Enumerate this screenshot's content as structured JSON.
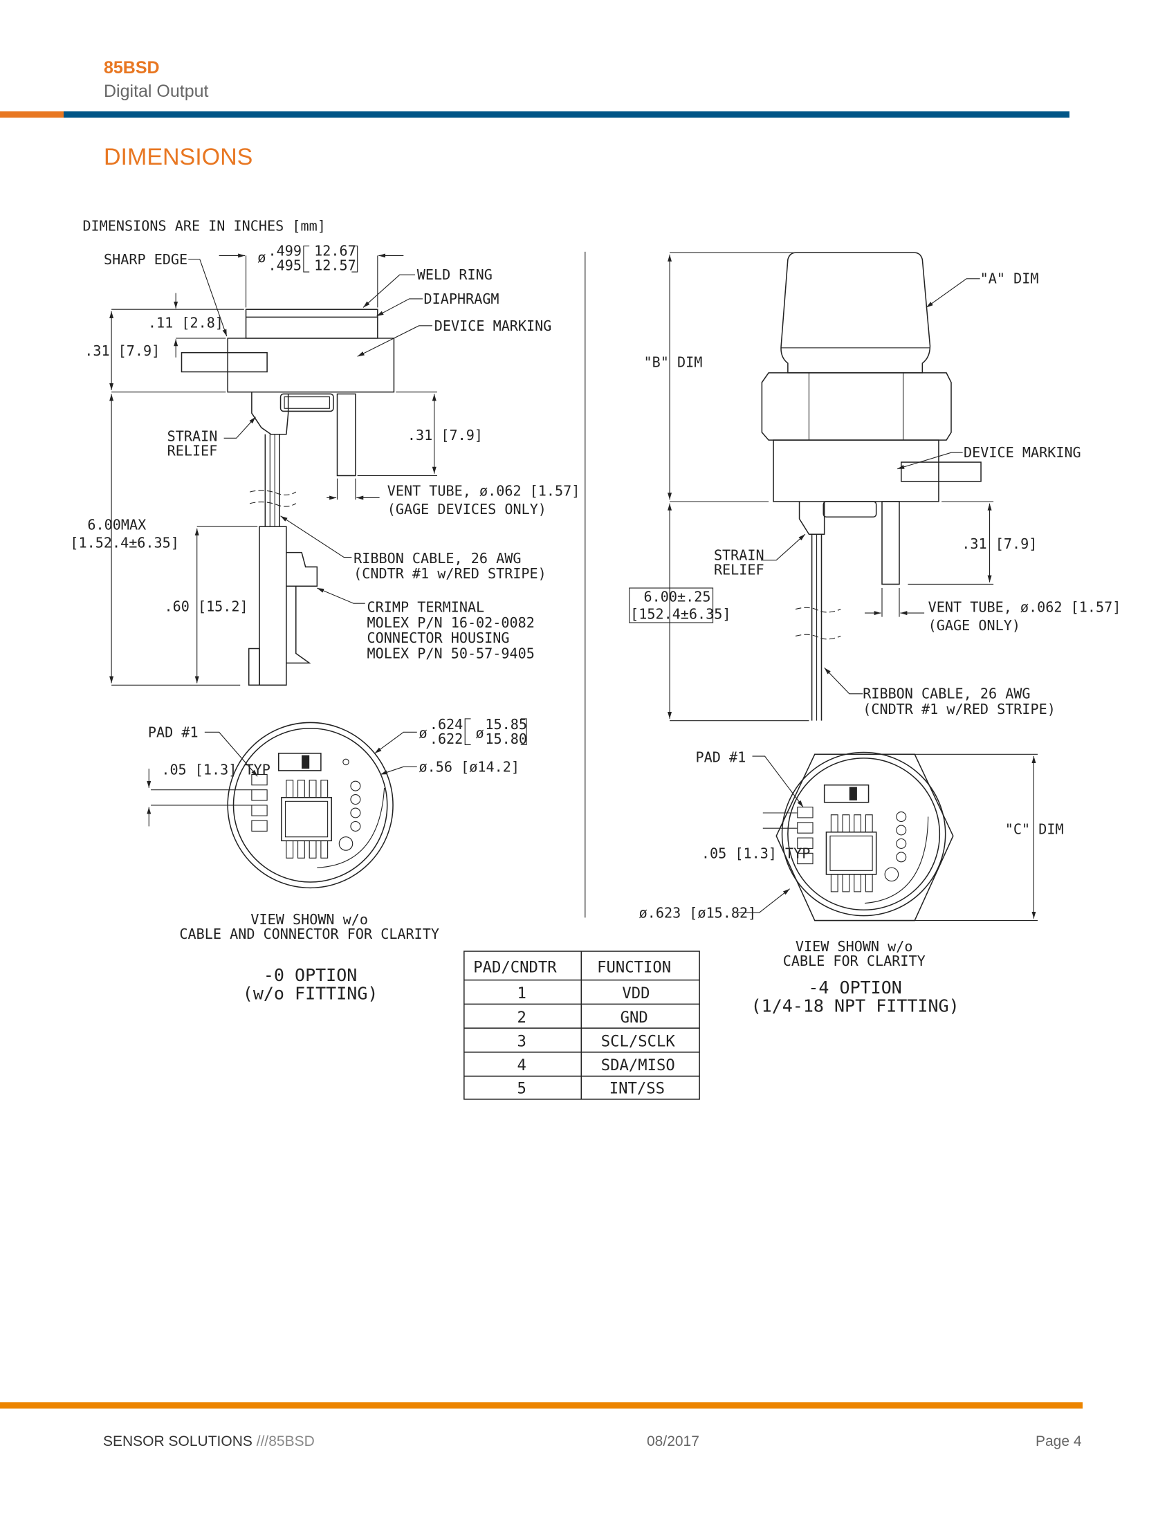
{
  "header": {
    "model": "85BSD",
    "subtitle": "Digital Output",
    "section_title": "DIMENSIONS"
  },
  "colors": {
    "accent_orange": "#e87722",
    "accent_blue": "#005587"
  },
  "drawing": {
    "units_note": "DIMENSIONS ARE IN INCHES [mm]",
    "option0": {
      "sharp_edge": "SHARP EDGE",
      "dia_in_max": ".499",
      "dia_in_min": ".495",
      "dia_symbol": "ø",
      "dia_mm_max": "12.67",
      "dia_mm_min": "12.57",
      "weld_ring": "WELD RING",
      "diaphragm": "DIAPHRAGM",
      "device_marking": "DEVICE MARKING",
      "dim_011": ".11 [2.8]",
      "dim_031": ".31 [7.9]",
      "dim_031_tube": ".31 [7.9]",
      "strain_relief_1": "STRAIN",
      "strain_relief_2": "RELIEF",
      "vent_tube_1": "VENT TUBE, ø.062 [1.57]",
      "vent_tube_2": "(GAGE DEVICES ONLY)",
      "length_1": "6.00MAX",
      "length_2": "[1.52.4±6.35]",
      "ribbon_1": "RIBBON CABLE, 26 AWG",
      "ribbon_2": "(CNDTR #1 w/RED STRIPE)",
      "dim_060": ".60 [15.2]",
      "crimp_1": "CRIMP TERMINAL",
      "crimp_2": "MOLEX P/N 16-02-0082",
      "crimp_3": "CONNECTOR HOUSING",
      "crimp_4": "MOLEX P/N 50-57-9405",
      "pad1": "PAD #1",
      "pad_pitch": ".05 [1.3] TYP",
      "od_in_max": ".624",
      "od_in_min": ".622",
      "od_mm_max": "15.85",
      "od_mm_min": "15.80",
      "pcb_dia": "ø.56 [ø14.2]",
      "view_note_1": "VIEW SHOWN w/o",
      "view_note_2": "CABLE AND CONNECTOR FOR CLARITY",
      "title_1": "-0 OPTION",
      "title_2": "(w/o FITTING)"
    },
    "option4": {
      "a_dim": "\"A\" DIM",
      "b_dim": "\"B\" DIM",
      "c_dim": "\"C\" DIM",
      "device_marking": "DEVICE MARKING",
      "strain_relief_1": "STRAIN",
      "strain_relief_2": "RELIEF",
      "length_1": "6.00±.25",
      "length_2": "[152.4±6.35]",
      "dim_031": ".31 [7.9]",
      "vent_tube_1": "VENT TUBE, ø.062 [1.57]",
      "vent_tube_2": "(GAGE ONLY)",
      "ribbon_1": "RIBBON CABLE, 26 AWG",
      "ribbon_2": "(CNDTR #1 w/RED STRIPE)",
      "pad1": "PAD #1",
      "pad_pitch": ".05 [1.3] TYP",
      "od": "ø.623 [ø15.82]",
      "view_note_1": "VIEW SHOWN w/o",
      "view_note_2": "CABLE FOR CLARITY",
      "title_1": "-4 OPTION",
      "title_2": "(1/4-18 NPT FITTING)"
    }
  },
  "pin_table": {
    "headers": [
      "PAD/CNDTR",
      "FUNCTION"
    ],
    "rows": [
      [
        "1",
        "VDD"
      ],
      [
        "2",
        "GND"
      ],
      [
        "3",
        "SCL/SCLK"
      ],
      [
        "4",
        "SDA/MISO"
      ],
      [
        "5",
        "INT/SS"
      ]
    ]
  },
  "footer": {
    "company": "SENSOR SOLUTIONS",
    "doc_ref": "///85BSD",
    "date": "08/2017",
    "page": "Page 4"
  }
}
